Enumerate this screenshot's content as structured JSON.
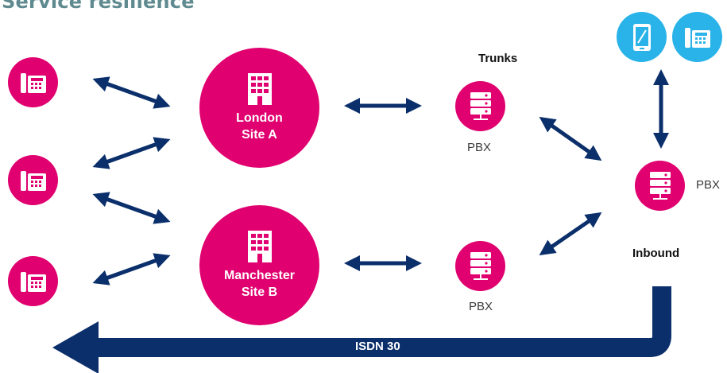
{
  "title": "Service resilience",
  "sites": [
    {
      "line1": "London",
      "line2": "Site A"
    },
    {
      "line1": "Manchester",
      "line2": "Site B"
    }
  ],
  "labels": {
    "trunks": "Trunks",
    "pbx_top": "PBX",
    "pbx_bottom": "PBX",
    "pbx_right": "PBX",
    "inbound": "Inbound",
    "isdn": "ISDN 30"
  },
  "icons": {
    "phone": "desk-phone-icon",
    "mobile": "mobile-phone-icon",
    "building": "office-building-icon",
    "server": "server-stack-icon"
  },
  "colors": {
    "pink": "#e0006f",
    "navy": "#0b2f6b",
    "blue": "#29b3e8",
    "title": "#5f8a8f"
  }
}
